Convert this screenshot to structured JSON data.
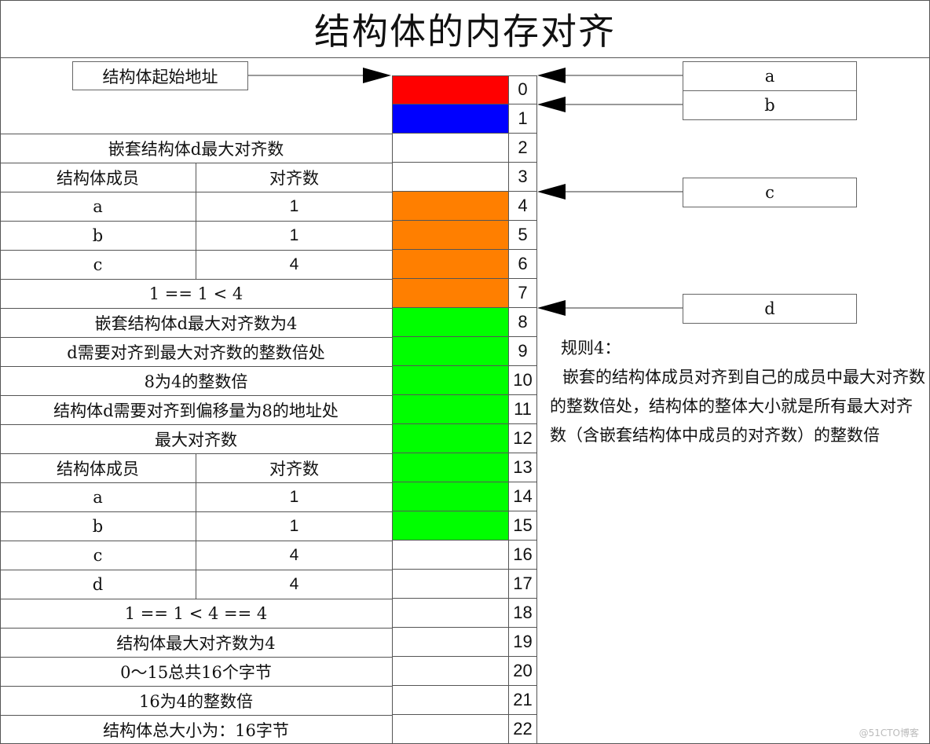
{
  "title": "结构体的内存对齐",
  "start_label": "结构体起始地址",
  "colors": {
    "a": "#ff0000",
    "b": "#0000ff",
    "c": "#ff7f00",
    "d": "#00ff00",
    "line": "#555555"
  },
  "rows": [
    {
      "index": "0",
      "mem_color": "#ff0000"
    },
    {
      "index": "1",
      "mem_color": "#0000ff"
    },
    {
      "index": "2",
      "mem_color": ""
    },
    {
      "index": "3",
      "mem_color": ""
    },
    {
      "index": "4",
      "mem_color": "#ff7f00"
    },
    {
      "index": "5",
      "mem_color": "#ff7f00"
    },
    {
      "index": "6",
      "mem_color": "#ff7f00"
    },
    {
      "index": "7",
      "mem_color": "#ff7f00"
    },
    {
      "index": "8",
      "mem_color": "#00ff00"
    },
    {
      "index": "9",
      "mem_color": "#00ff00"
    },
    {
      "index": "10",
      "mem_color": "#00ff00"
    },
    {
      "index": "11",
      "mem_color": "#00ff00"
    },
    {
      "index": "12",
      "mem_color": "#00ff00"
    },
    {
      "index": "13",
      "mem_color": "#00ff00"
    },
    {
      "index": "14",
      "mem_color": "#00ff00"
    },
    {
      "index": "15",
      "mem_color": "#00ff00"
    },
    {
      "index": "16",
      "mem_color": ""
    },
    {
      "index": "17",
      "mem_color": ""
    },
    {
      "index": "18",
      "mem_color": ""
    },
    {
      "index": "19",
      "mem_color": ""
    },
    {
      "index": "20",
      "mem_color": ""
    },
    {
      "index": "21",
      "mem_color": ""
    },
    {
      "index": "22",
      "mem_color": ""
    }
  ],
  "left": {
    "r2": "嵌套结构体d最大对齐数",
    "header1": {
      "member": "结构体成员",
      "align": "对齐数"
    },
    "table1": [
      {
        "member": "a",
        "align": "1"
      },
      {
        "member": "b",
        "align": "1"
      },
      {
        "member": "c",
        "align": "4"
      }
    ],
    "r7": "1 == 1 < 4",
    "r8": "嵌套结构体d最大对齐数为4",
    "r9": "d需要对齐到最大对齐数的整数倍处",
    "r10": "8为4的整数倍",
    "r11": "结构体d需要对齐到偏移量为8的地址处",
    "r12": "最大对齐数",
    "header2": {
      "member": "结构体成员",
      "align": "对齐数"
    },
    "table2": [
      {
        "member": "a",
        "align": "1"
      },
      {
        "member": "b",
        "align": "1"
      },
      {
        "member": "c",
        "align": "4"
      },
      {
        "member": "d",
        "align": "4"
      }
    ],
    "r18": "1 == 1 < 4 == 4",
    "r19": "结构体最大对齐数为4",
    "r20": "0～15总共16个字节",
    "r21": "16为4的整数倍",
    "r22": "结构体总大小为：16字节"
  },
  "members": [
    {
      "name": "a"
    },
    {
      "name": "b"
    },
    {
      "name": "c"
    },
    {
      "name": "d"
    }
  ],
  "rule": {
    "head": "规则4：",
    "body": "嵌套的结构体成员对齐到自己的成员中最大对齐数的整数倍处，结构体的整体大小就是所有最大对齐数（含嵌套结构体中成员的对齐数）的整数倍"
  },
  "watermark": "@51CTO博客"
}
